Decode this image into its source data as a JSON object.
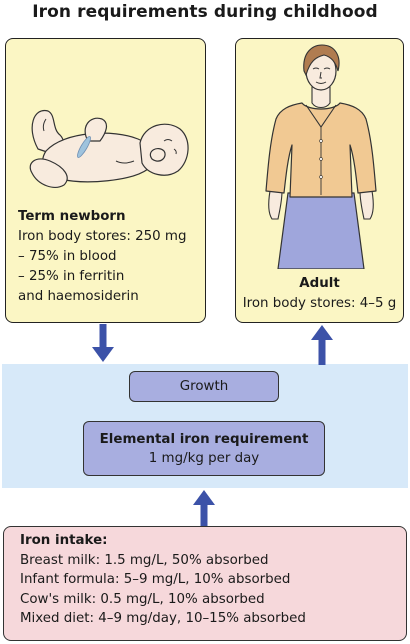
{
  "title": "Iron requirements during childhood",
  "newborn": {
    "heading": "Term newborn",
    "lines": [
      "Iron body stores: 250 mg",
      "– 75% in blood",
      "– 25% in ferritin",
      "and haemosiderin"
    ]
  },
  "adult": {
    "heading": "Adult",
    "stores": "Iron body stores:  4–5 g"
  },
  "growth": "Growth",
  "requirement": {
    "heading": "Elemental iron requirement",
    "value": "1 mg/kg per day"
  },
  "intake": {
    "heading": "Iron intake:",
    "items": [
      "Breast milk:  1.5 mg/L, 50% absorbed",
      "Infant formula: 5–9 mg/L, 10% absorbed",
      "Cow's milk:  0.5 mg/L, 10% absorbed",
      "Mixed diet:  4–9 mg/day, 10–15% absorbed"
    ]
  },
  "colors": {
    "panel_yellow": "#fbf6c4",
    "band_blue": "#d7e9f9",
    "box_purple": "#a8aee0",
    "intake_pink": "#f6d8db",
    "arrow_blue": "#3c52a8",
    "shirt_tan": "#f1c993",
    "skirt_blue": "#9fa6dc"
  },
  "icons": [
    "baby-illustration",
    "woman-illustration"
  ]
}
